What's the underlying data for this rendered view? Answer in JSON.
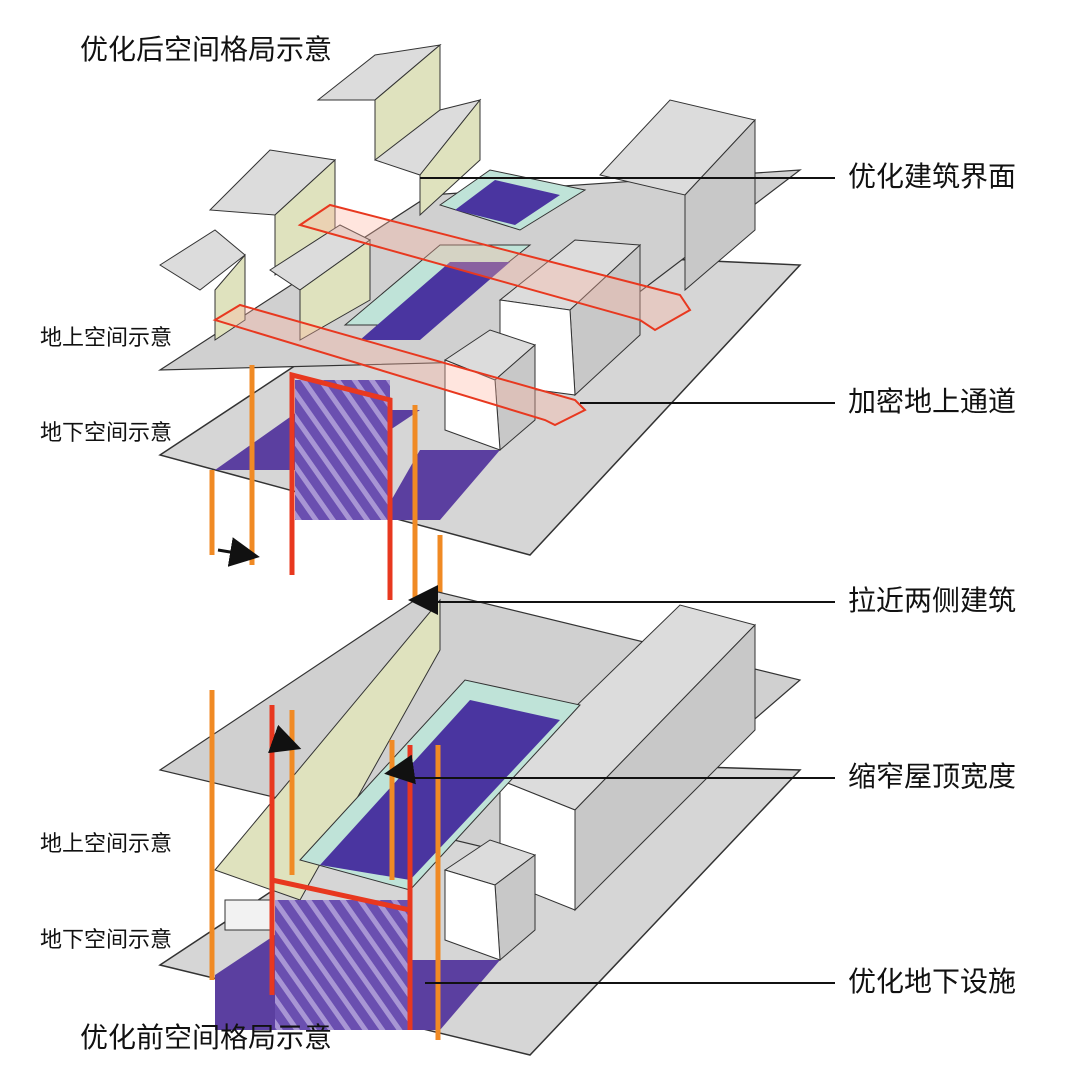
{
  "titles": {
    "after": "优化后空间格局示意",
    "before": "优化前空间格局示意"
  },
  "callouts": [
    "优化建筑界面",
    "加密地上通道",
    "拉近两侧建筑",
    "缩窄屋顶宽度",
    "优化地下设施"
  ],
  "side_labels": {
    "after_above": "地上空间示意",
    "after_below": "地下空间示意",
    "before_above": "地上空间示意",
    "before_below": "地下空间示意"
  },
  "colors": {
    "building_roof": "#dcdcdc",
    "building_side": "#c9c9c9",
    "building_front": "#ffffff",
    "ground": "#d4d4d4",
    "facade_highlight": "#dfe2be",
    "underground": "#5b3fa0",
    "skylight": "#bfe3d8",
    "red_line": "#e8381f",
    "orange_line": "#f08a24",
    "arrow": "#111111"
  }
}
